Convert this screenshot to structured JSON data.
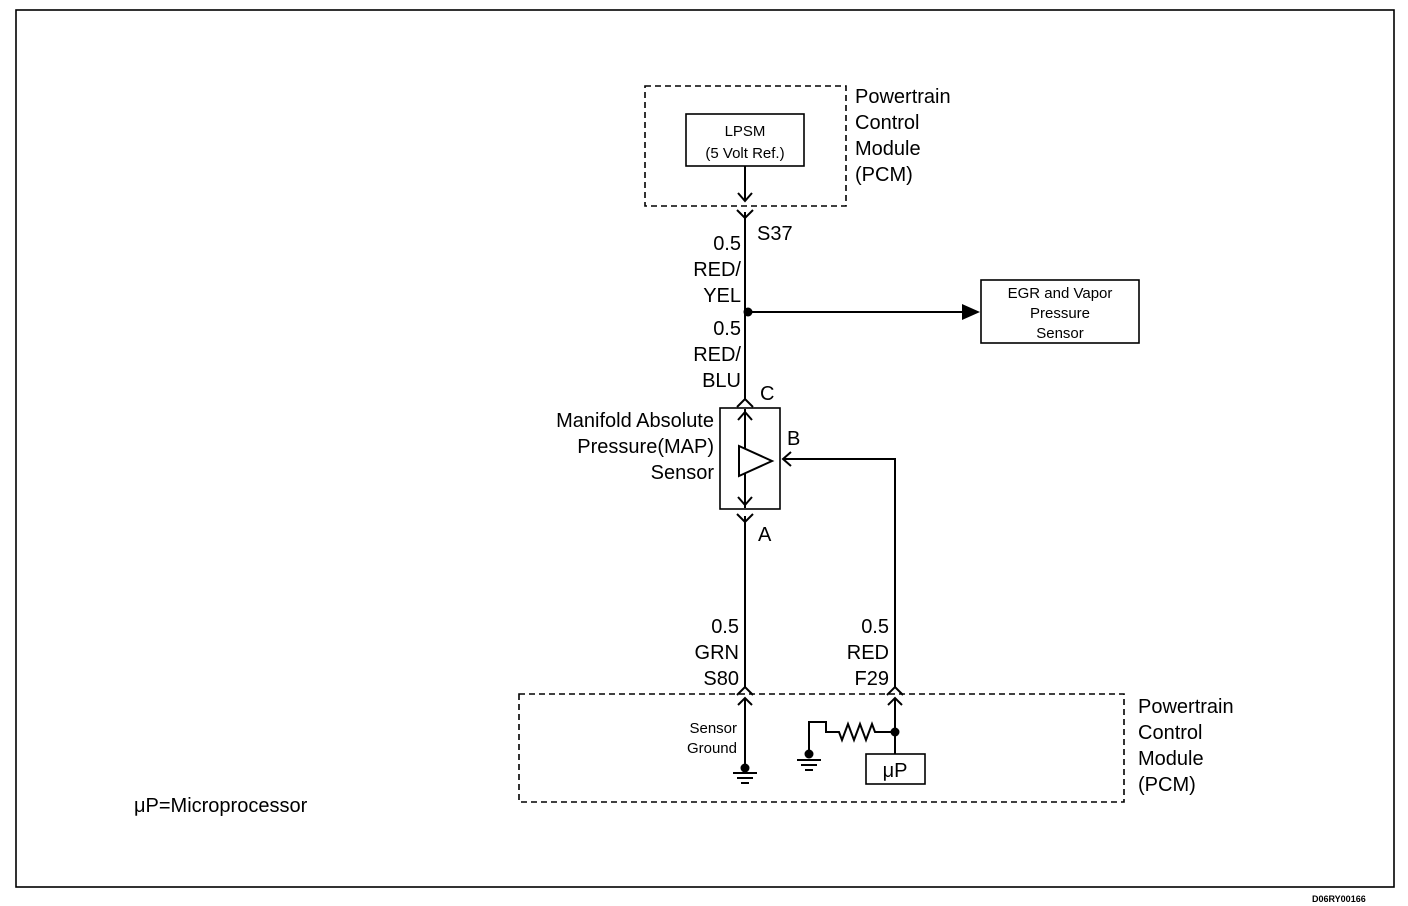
{
  "pcm_top": {
    "label_lines": [
      "Powertrain",
      "Control",
      "Module",
      "(PCM)"
    ],
    "lpsm_lines": [
      "LPSM",
      "(5 Volt Ref.)"
    ]
  },
  "pin_s37": {
    "pin": "S37",
    "wire_lines": [
      "0.5",
      "RED/",
      "YEL"
    ]
  },
  "splice_wire": {
    "lines": [
      "0.5",
      "RED/",
      "BLU"
    ]
  },
  "egr_sensor": {
    "lines": [
      "EGR and Vapor",
      "Pressure",
      "Sensor"
    ]
  },
  "map_sensor": {
    "label_lines": [
      "Manifold Absolute",
      "Pressure(MAP)",
      "Sensor"
    ],
    "pin_c": "C",
    "pin_b": "B",
    "pin_a": "A"
  },
  "ground_wire": {
    "lines": [
      "0.5",
      "GRN",
      "S80"
    ]
  },
  "signal_wire": {
    "lines": [
      "0.5",
      "RED",
      "F29"
    ]
  },
  "pcm_bottom": {
    "label_lines": [
      "Powertrain",
      "Control",
      "Module",
      "(PCM)"
    ],
    "sensor_ground_lines": [
      "Sensor",
      "Ground"
    ],
    "microprocessor_symbol": "μP"
  },
  "legend": {
    "text": "μP=Microprocessor"
  },
  "figure_code": "D06RY00166"
}
